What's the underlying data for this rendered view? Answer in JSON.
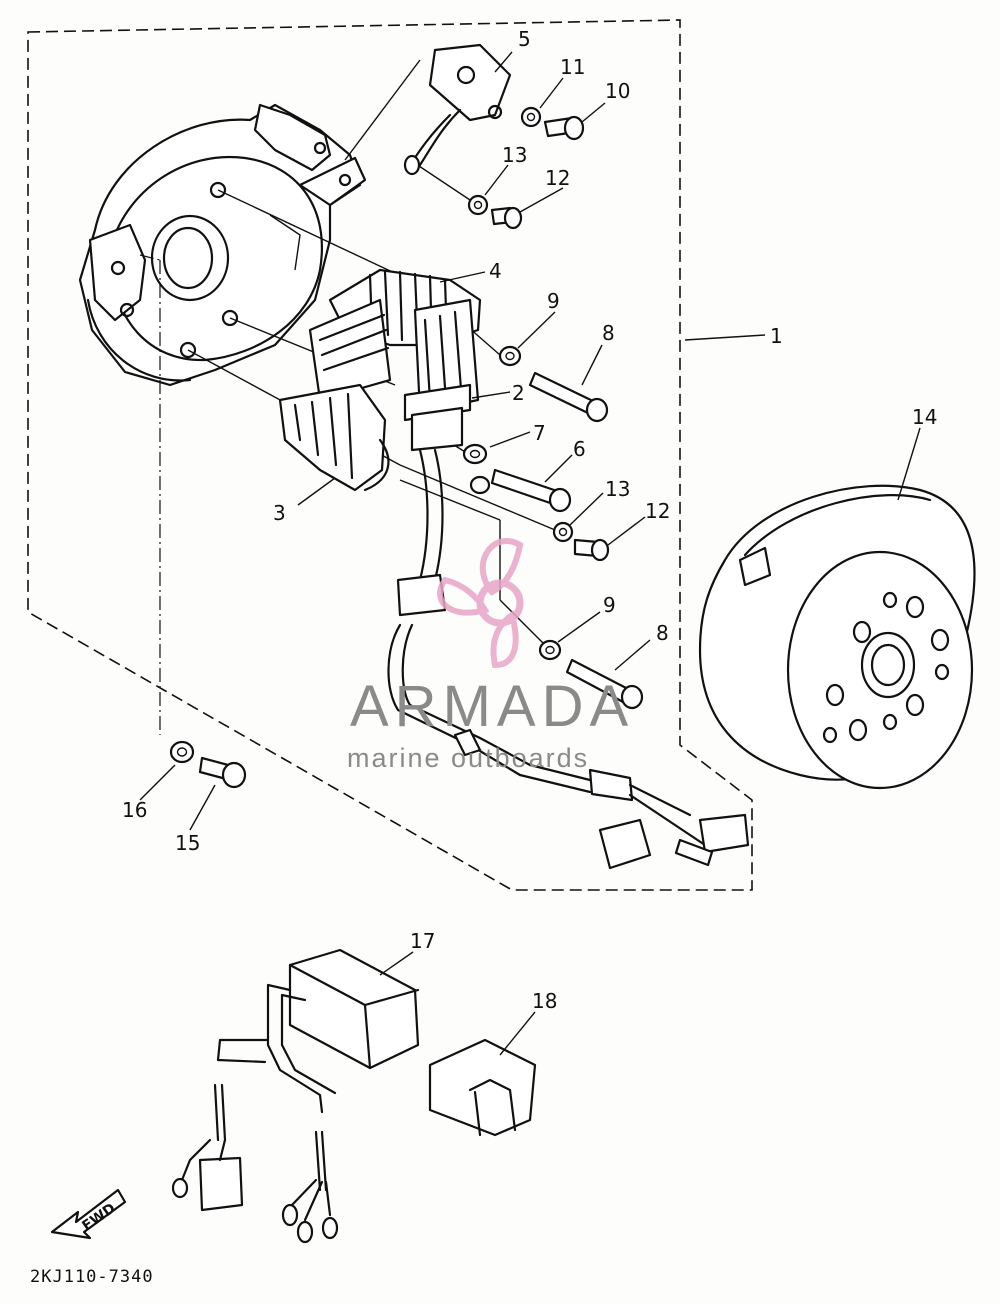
{
  "callouts": [
    {
      "id": "c1",
      "text": "1"
    },
    {
      "id": "c2",
      "text": "2"
    },
    {
      "id": "c3",
      "text": "3"
    },
    {
      "id": "c4",
      "text": "4"
    },
    {
      "id": "c5",
      "text": "5"
    },
    {
      "id": "c6",
      "text": "6"
    },
    {
      "id": "c7",
      "text": "7"
    },
    {
      "id": "c8a",
      "text": "8"
    },
    {
      "id": "c8b",
      "text": "8"
    },
    {
      "id": "c9a",
      "text": "9"
    },
    {
      "id": "c9b",
      "text": "9"
    },
    {
      "id": "c10",
      "text": "10"
    },
    {
      "id": "c11",
      "text": "11"
    },
    {
      "id": "c12a",
      "text": "12"
    },
    {
      "id": "c12b",
      "text": "12"
    },
    {
      "id": "c13a",
      "text": "13"
    },
    {
      "id": "c13b",
      "text": "13"
    },
    {
      "id": "c14",
      "text": "14"
    },
    {
      "id": "c15",
      "text": "15"
    },
    {
      "id": "c16",
      "text": "16"
    },
    {
      "id": "c17",
      "text": "17"
    },
    {
      "id": "c18",
      "text": "18"
    }
  ],
  "diagram_code": "2KJ110-7340",
  "fwd_label": "FWD",
  "watermark": {
    "title": "ARMADA",
    "subtitle": "marine outboards",
    "logo_color": "#e9a6c8"
  }
}
